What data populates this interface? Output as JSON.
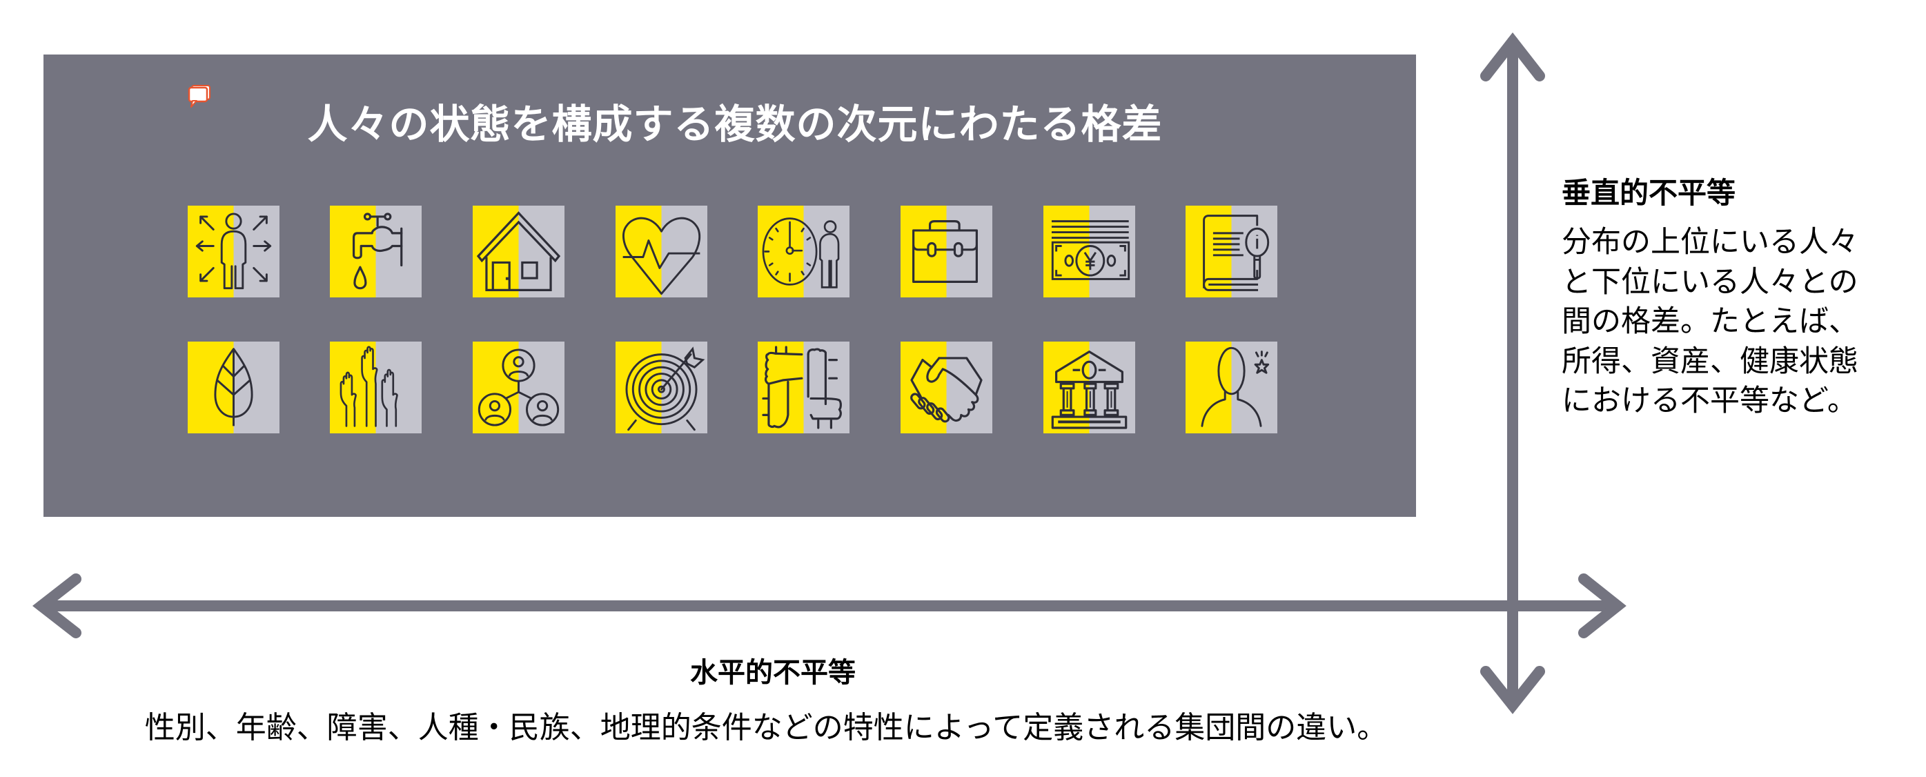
{
  "panel": {
    "title": "人々の状態を構成する複数の次元にわたる格差",
    "background_color": "#747480",
    "comment_icon": "comment-icon",
    "icon_colors": {
      "left": "#FFE600",
      "right": "#C4C4CD",
      "stroke": "#2E2E38"
    },
    "icons_row1": [
      {
        "name": "person-arrows-icon",
        "meaning": "agency / mobility"
      },
      {
        "name": "water-tap-icon",
        "meaning": "water"
      },
      {
        "name": "house-icon",
        "meaning": "housing"
      },
      {
        "name": "heart-pulse-icon",
        "meaning": "health"
      },
      {
        "name": "clock-person-icon",
        "meaning": "time"
      },
      {
        "name": "briefcase-icon",
        "meaning": "work"
      },
      {
        "name": "yen-banknote-icon",
        "meaning": "income"
      },
      {
        "name": "book-info-icon",
        "meaning": "education / information"
      }
    ],
    "icons_row2": [
      {
        "name": "leaf-icon",
        "meaning": "environment"
      },
      {
        "name": "raised-hands-icon",
        "meaning": "participation"
      },
      {
        "name": "people-network-icon",
        "meaning": "social connections"
      },
      {
        "name": "target-arrow-icon",
        "meaning": "goals"
      },
      {
        "name": "linked-arms-icon",
        "meaning": "solidarity"
      },
      {
        "name": "handshake-icon",
        "meaning": "trust"
      },
      {
        "name": "government-building-icon",
        "meaning": "institutions"
      },
      {
        "name": "person-star-icon",
        "meaning": "dignity / recognition"
      }
    ]
  },
  "arrows": {
    "color": "#747480"
  },
  "vertical": {
    "heading": "垂直的不平等",
    "lines": [
      "分布の上位にいる人々",
      "と下位にいる人々との",
      "間の格差。たとえば、",
      "所得、資産、健康状態",
      "における不平等など。"
    ]
  },
  "horizontal": {
    "heading": "水平的不平等",
    "description": "性別、年齢、障害、人種・民族、地理的条件などの特性によって定義される集団間の違い。"
  }
}
